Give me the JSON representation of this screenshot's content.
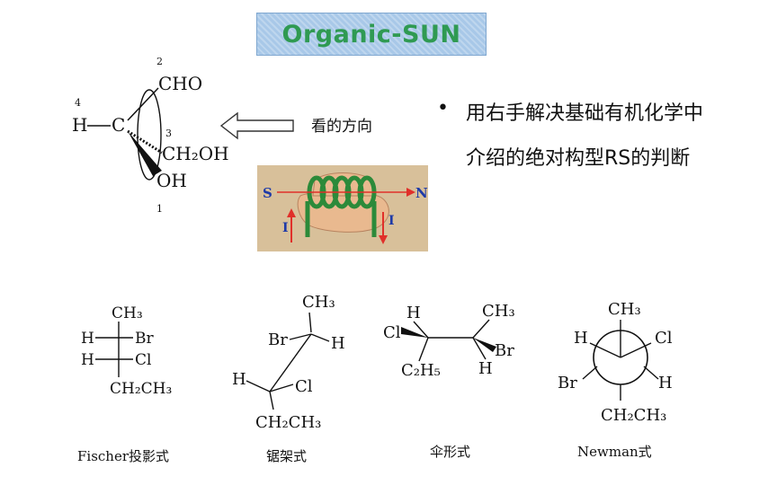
{
  "title": "Organic-SUN",
  "bullet": {
    "line1": "用右手解决基础有机化学中",
    "line2": "介绍的绝对构型RS的判断"
  },
  "direction_label": "看的方向",
  "top_molecule": {
    "cho": "CHO",
    "h": "H",
    "c": "C",
    "ch2oh": "CH₂OH",
    "oh": "OH",
    "n1": "1",
    "n2": "2",
    "n3": "3",
    "n4": "4"
  },
  "hand_image": {
    "s": "S",
    "n": "N",
    "i_left": "I",
    "i_right": "I"
  },
  "fischer": {
    "ch3": "CH₃",
    "h1": "H",
    "br": "Br",
    "h2": "H",
    "cl": "Cl",
    "ch2ch3": "CH₂CH₃",
    "caption": "Fischer投影式"
  },
  "sawhorse": {
    "ch3": "CH₃",
    "br": "Br",
    "h_top": "H",
    "h_bottom": "H",
    "cl": "Cl",
    "ch2ch3": "CH₂CH₃",
    "caption": "锯架式"
  },
  "wedge": {
    "h_top": "H",
    "ch3": "CH₃",
    "cl": "Cl",
    "br": "Br",
    "c2h5": "C₂H₅",
    "h_bottom": "H",
    "caption": "伞形式"
  },
  "newman": {
    "ch3": "CH₃",
    "h_left": "H",
    "cl": "Cl",
    "br": "Br",
    "h_right": "H",
    "ch2ch3": "CH₂CH₃",
    "caption": "Newman式"
  },
  "colors": {
    "title_text": "#2f9a52",
    "title_bg": "#a8c8e8",
    "hand_bg": "#d8c09a",
    "coil": "#2c8a3a",
    "arrow_red": "#e0302a",
    "label_blue": "#1e3aa8"
  }
}
